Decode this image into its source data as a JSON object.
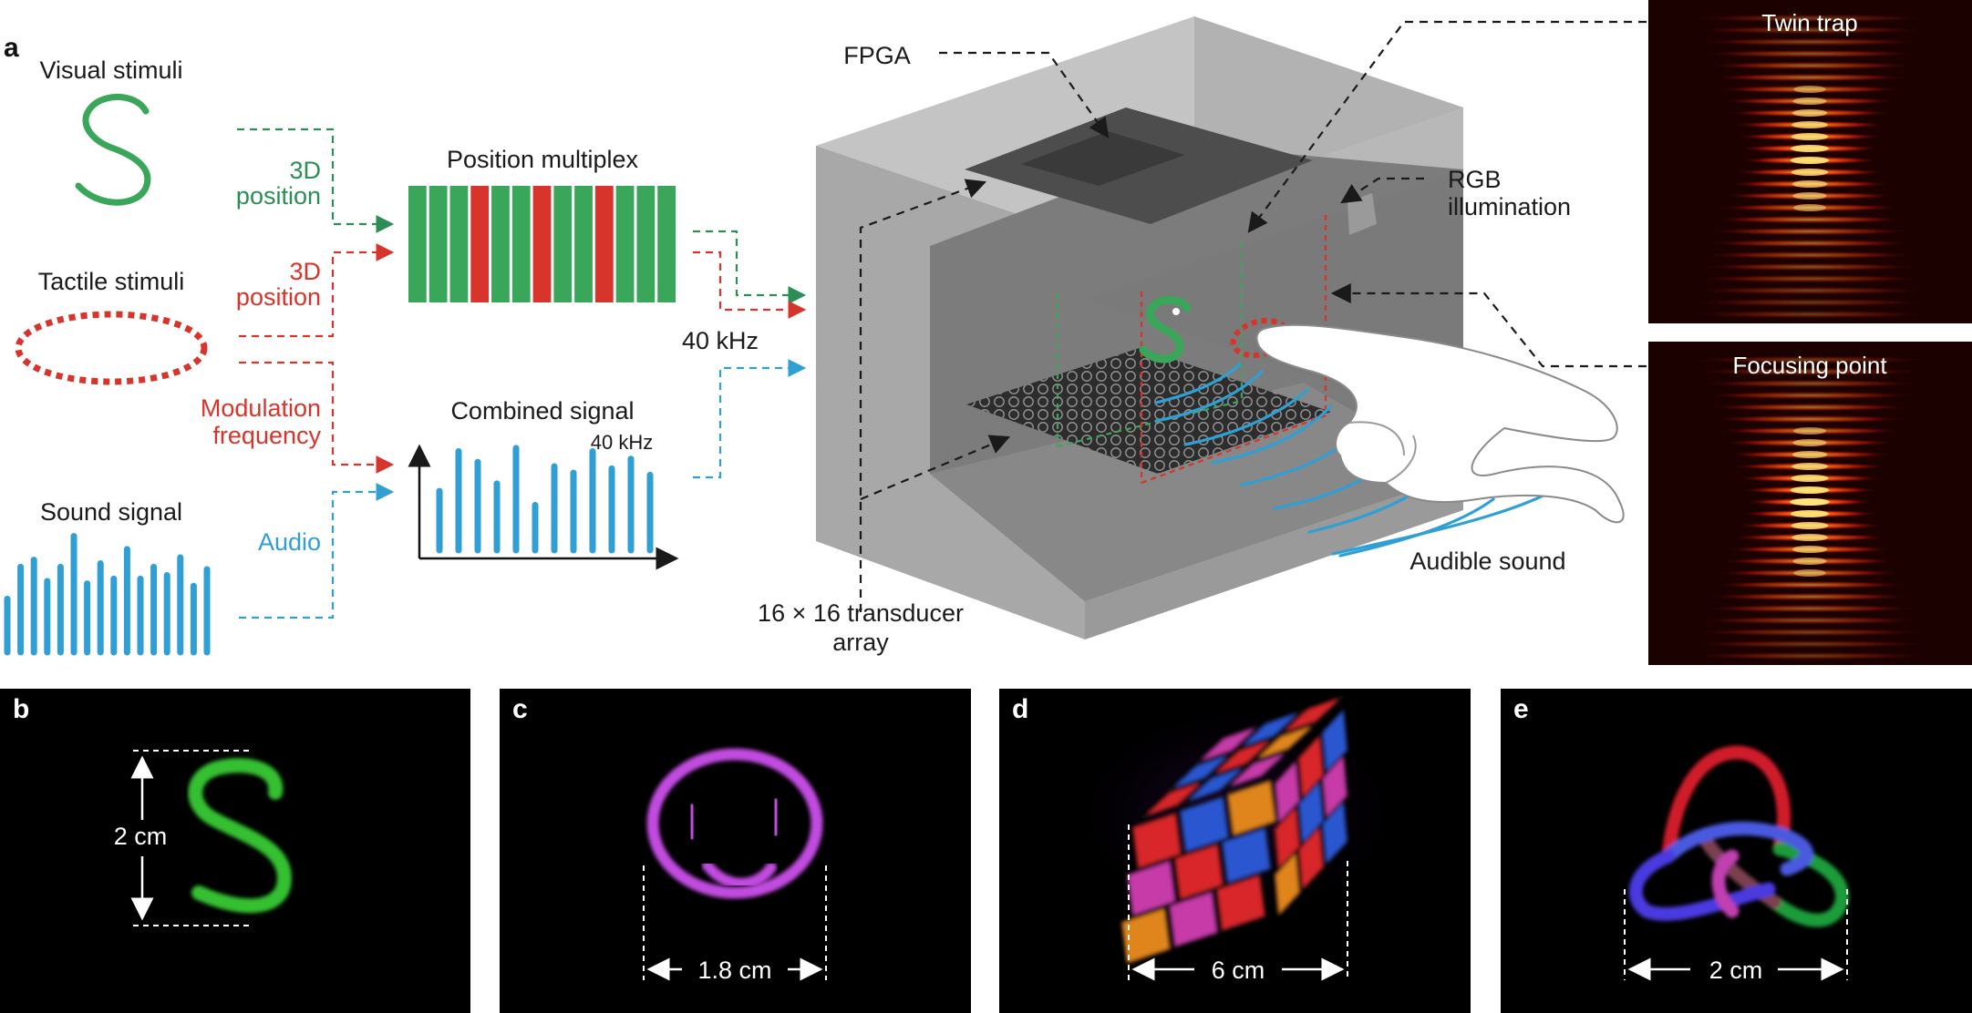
{
  "panel_a": {
    "letter": "a",
    "visual_stimuli": "Visual stimuli",
    "tactile_stimuli": "Tactile stimuli",
    "sound_signal": "Sound signal",
    "pos3d_line1": "3D",
    "pos3d_line2": "position",
    "modulation_line1": "Modulation",
    "modulation_line2": "frequency",
    "audio": "Audio",
    "position_multiplex": "Position multiplex",
    "combined_signal": "Combined signal",
    "combined_freq": "40 kHz",
    "carrier_freq": "40 kHz",
    "fpga": "FPGA",
    "rgb_line1": "RGB",
    "rgb_line2": "illumination",
    "array_line1": "16 × 16 transducer",
    "array_line2": "array",
    "audible_sound": "Audible sound",
    "twin_trap": "Twin trap",
    "focusing_point": "Focusing point",
    "multiplex_pattern": [
      "g",
      "g",
      "g",
      "r",
      "g",
      "g",
      "r",
      "g",
      "g",
      "r",
      "g",
      "g",
      "g"
    ],
    "combined_bars": [
      0.55,
      0.92,
      0.82,
      0.62,
      0.95,
      0.42,
      0.78,
      0.72,
      0.92,
      0.76,
      0.85,
      0.7
    ],
    "sound_bars": [
      0.45,
      0.72,
      0.78,
      0.6,
      0.72,
      0.98,
      0.58,
      0.75,
      0.62,
      0.87,
      0.62,
      0.72,
      0.65,
      0.8,
      0.56,
      0.7
    ]
  },
  "panel_b": {
    "letter": "b",
    "scale": "2 cm"
  },
  "panel_c": {
    "letter": "c",
    "scale": "1.8 cm"
  },
  "panel_d": {
    "letter": "d",
    "scale": "6 cm"
  },
  "panel_e": {
    "letter": "e",
    "scale": "2 cm"
  },
  "colors": {
    "green": "#3aa65a",
    "red": "#d7342c",
    "blue": "#2f9fd4",
    "magenta": "#c14ce0",
    "dark": "#1a1a1a"
  }
}
